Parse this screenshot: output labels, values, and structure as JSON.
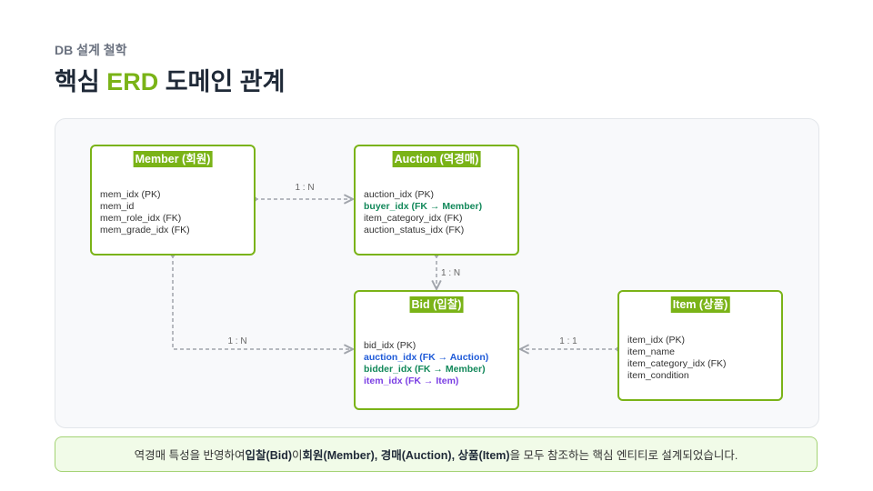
{
  "header": {
    "eyebrow": "DB 설계 철학",
    "title_plain": "핵심 ",
    "title_accent": "ERD",
    "title_rest": " 도메인 관계"
  },
  "colors": {
    "accent": "#7ab317",
    "fk_green": "#12885a",
    "fk_blue": "#1e5ad8",
    "fk_purple": "#7b3fe4",
    "connector": "#a0a4ab"
  },
  "entities": {
    "member": {
      "name": "Member (회원)",
      "attributes": [
        "mem_idx (PK)",
        "mem_id",
        "mem_role_idx (FK)",
        "mem_grade_idx (FK)"
      ]
    },
    "auction": {
      "name": "Auction (역경매)",
      "attributes": [
        "auction_idx (PK)",
        "buyer_idx (FK → Member)",
        "item_category_idx (FK)",
        "auction_status_idx (FK)"
      ]
    },
    "bid": {
      "name": "Bid (입찰)",
      "attributes": [
        "bid_idx (PK)",
        "auction_idx (FK → Auction)",
        "bidder_idx (FK → Member)",
        "item_idx (FK → Item)"
      ]
    },
    "item": {
      "name": "Item (상품)",
      "attributes": [
        "item_idx (PK)",
        "item_name",
        "item_category_idx (FK)",
        "item_condition"
      ]
    }
  },
  "relationships": {
    "member_auction": "1 : N",
    "auction_bid": "1 : N",
    "member_bid": "1 : N",
    "item_bid": "1 : 1"
  },
  "note": {
    "t1": "역경매 특성을 반영하여 ",
    "b1": "입찰(Bid)",
    "t2": "이 ",
    "b2": "회원(Member), 경매(Auction), 상품(Item)",
    "t3": "을 모두 참조하는 핵심 엔티티로 설계되었습니다."
  }
}
